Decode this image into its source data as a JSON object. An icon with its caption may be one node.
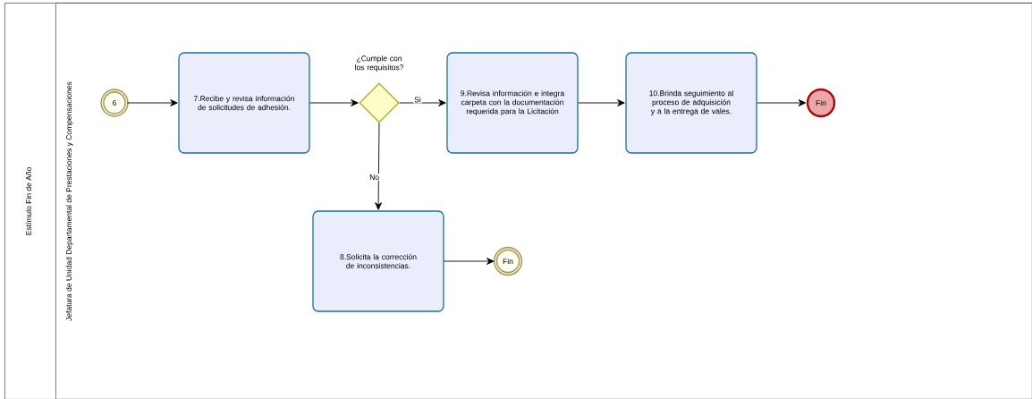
{
  "diagram": {
    "nodes": [
      {
        "text": [
          "Estímulo Fin de Año"
        ]
      },
      {
        "text": [
          "Jefatura de Unidad Departamental de Prestaciones y Compensaciones"
        ],
        "in": 0
      },
      {
        "text": [
          "6"
        ],
        "in": 1
      },
      {
        "text": [
          "7.Recibe y revisa información de solicitudes de adhesión."
        ],
        "in": 1
      },
      {
        "text": [
          "¿Cumple con los requisitos?"
        ],
        "in": 1
      },
      {
        "text": [
          "9.Revisa información e integra carpeta con la documentación requerida para la Licitación"
        ],
        "in": 1
      },
      {
        "text": [
          "10.Brinda seguimiento al proceso de adquisición y a la entrega de vales."
        ],
        "in": 1
      },
      {
        "text": [
          "Fin"
        ],
        "in": 1
      },
      {
        "text": [
          "8.Solicita la corrección de inconsistencias."
        ],
        "in": 1
      },
      {
        "text": [
          "Fin"
        ],
        "in": 1
      }
    ],
    "edges": [
      {
        "from": 2,
        "to": 3,
        "arrow": "to"
      },
      {
        "from": 3,
        "to": 4,
        "arrow": "to"
      },
      {
        "from": 4,
        "to": 5,
        "arrow": "to",
        "label": "Si"
      },
      {
        "from": 5,
        "to": 6,
        "arrow": "to"
      },
      {
        "from": 6,
        "to": 7,
        "arrow": "to"
      },
      {
        "from": 4,
        "to": 8,
        "arrow": "to",
        "label": "No"
      },
      {
        "from": 8,
        "to": 9,
        "arrow": "to"
      }
    ]
  }
}
